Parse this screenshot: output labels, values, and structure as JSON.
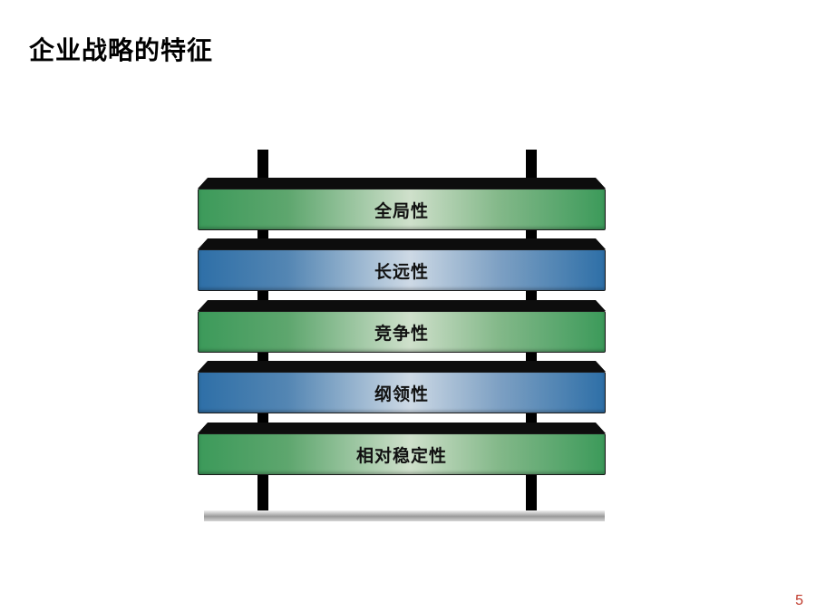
{
  "slide": {
    "title": "企业战略的特征",
    "page_number": "5"
  },
  "diagram": {
    "layers": [
      {
        "label": "全局性",
        "color": "green"
      },
      {
        "label": "长远性",
        "color": "blue"
      },
      {
        "label": "竞争性",
        "color": "green"
      },
      {
        "label": "纲领性",
        "color": "blue"
      },
      {
        "label": "相对稳定性",
        "color": "green"
      }
    ]
  },
  "colors": {
    "green": "#3c9a5a",
    "blue": "#2e6fa7",
    "page_number": "#c0392b"
  }
}
